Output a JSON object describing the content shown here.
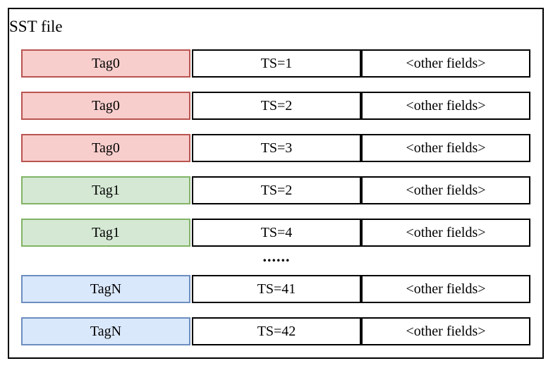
{
  "diagram": {
    "title": "SST file",
    "ellipsis": "......",
    "columns": [
      "tag",
      "timestamp",
      "other_fields"
    ],
    "colors": {
      "red_fill": "#f8cecc",
      "red_border": "#b85450",
      "green_fill": "#d5e8d4",
      "green_border": "#82b366",
      "blue_fill": "#dae8fc",
      "blue_border": "#6c8ebf",
      "plain_fill": "#ffffff",
      "plain_border": "#000000"
    },
    "rows": [
      {
        "tag": "Tag0",
        "ts": "TS=1",
        "other": "<other fields>",
        "color": "red"
      },
      {
        "tag": "Tag0",
        "ts": "TS=2",
        "other": "<other fields>",
        "color": "red"
      },
      {
        "tag": "Tag0",
        "ts": "TS=3",
        "other": "<other fields>",
        "color": "red"
      },
      {
        "tag": "Tag1",
        "ts": "TS=2",
        "other": "<other fields>",
        "color": "green"
      },
      {
        "tag": "Tag1",
        "ts": "TS=4",
        "other": "<other fields>",
        "color": "green"
      },
      {
        "tag": "TagN",
        "ts": "TS=41",
        "other": "<other fields>",
        "color": "blue"
      },
      {
        "tag": "TagN",
        "ts": "TS=42",
        "other": "<other fields>",
        "color": "blue"
      }
    ]
  }
}
